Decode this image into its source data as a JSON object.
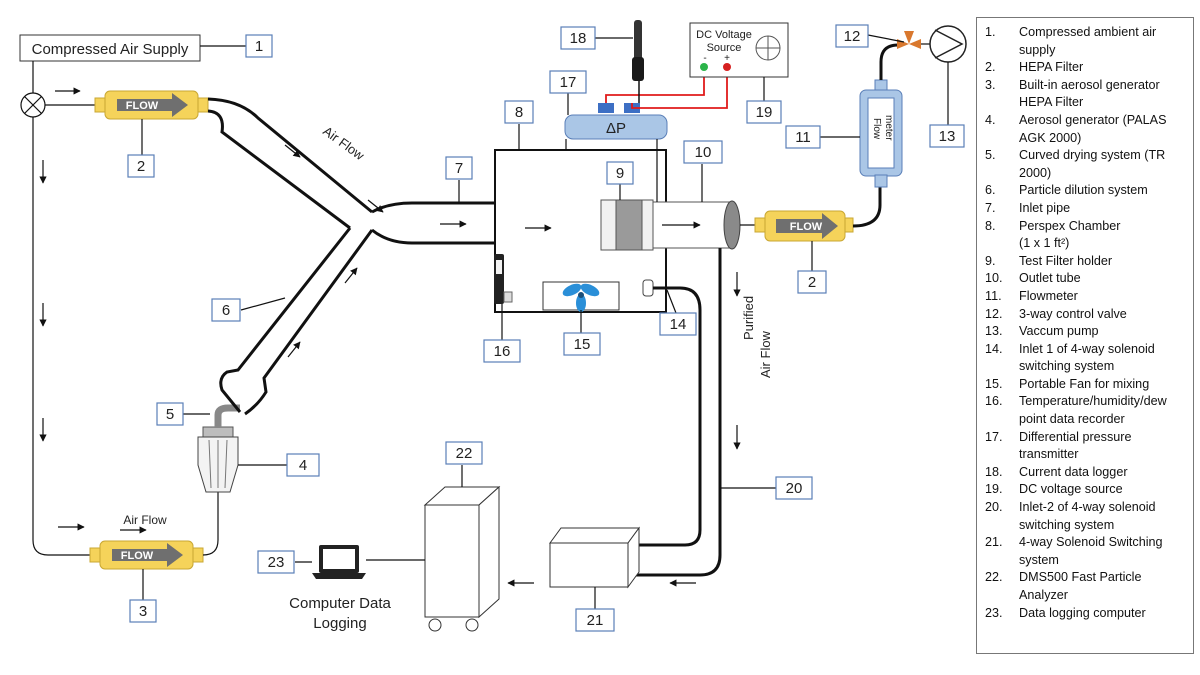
{
  "labels": {
    "compressed_air_supply": "Compressed Air Supply",
    "air_flow_upper": "Air Flow",
    "air_flow_lower": "Air Flow",
    "flow": "FLOW",
    "delta_p": "ΔP",
    "dc_voltage": "DC Voltage",
    "source": "Source",
    "minus": "-",
    "plus": "+",
    "flow_meter_1": "Flow",
    "flow_meter_2": "meter",
    "purified": "Purified",
    "air_flow_vertical": "Air Flow",
    "computer_data": "Computer Data",
    "logging": "Logging"
  },
  "numbers": {
    "n1": "1",
    "n2a": "2",
    "n2b": "2",
    "n3": "3",
    "n4": "4",
    "n5": "5",
    "n6": "6",
    "n7": "7",
    "n8": "8",
    "n9": "9",
    "n10": "10",
    "n11": "11",
    "n12": "12",
    "n13": "13",
    "n14": "14",
    "n15": "15",
    "n16": "16",
    "n17": "17",
    "n18": "18",
    "n19": "19",
    "n20": "20",
    "n21": "21",
    "n22": "22",
    "n23": "23"
  },
  "legend": [
    {
      "num": "1.",
      "text": "Compressed ambient air supply"
    },
    {
      "num": "2.",
      "text": "HEPA Filter"
    },
    {
      "num": "3.",
      "text": "Built-in aerosol generator HEPA Filter"
    },
    {
      "num": "4.",
      "text": "Aerosol generator (PALAS AGK 2000)"
    },
    {
      "num": "5.",
      "text": "Curved drying system (TR 2000)"
    },
    {
      "num": "6.",
      "text": "Particle dilution system"
    },
    {
      "num": "7.",
      "text": "Inlet pipe"
    },
    {
      "num": "8.",
      "text": "Perspex Chamber"
    },
    {
      "num": "",
      "text": "(1 x 1 ft²)"
    },
    {
      "num": "9.",
      "text": "Test Filter holder"
    },
    {
      "num": "10.",
      "text": "Outlet tube"
    },
    {
      "num": "11.",
      "text": "Flowmeter"
    },
    {
      "num": "12.",
      "text": "3-way control valve"
    },
    {
      "num": "13.",
      "text": "Vaccum pump"
    },
    {
      "num": "14.",
      "text": "Inlet 1 of 4-way solenoid switching system"
    },
    {
      "num": "15.",
      "text": "Portable Fan for mixing"
    },
    {
      "num": "16.",
      "text": "Temperature/humidity/dew point data recorder"
    },
    {
      "num": "17.",
      "text": "Differential pressure transmitter"
    },
    {
      "num": "18.",
      "text": "Current data logger"
    },
    {
      "num": "19.",
      "text": "DC voltage source"
    },
    {
      "num": "20.",
      "text": "Inlet-2 of 4-way solenoid switching system"
    },
    {
      "num": "21.",
      "text": "4-way Solenoid Switching system"
    },
    {
      "num": "22.",
      "text": "DMS500 Fast Particle Analyzer"
    },
    {
      "num": "23.",
      "text": "Data logging computer"
    }
  ],
  "colors": {
    "flow_yellow": "#f5d35a",
    "flow_arrow": "#6f6f6f",
    "number_box_border": "#5a7fb8",
    "dp_blue": "#aac6e6",
    "dp_port_blue": "#3d6fc4",
    "wire_red": "#e01b1b",
    "pump_valve_orange": "#d9782e",
    "fan_blue": "#2a8fd8",
    "terminal_green": "#2bb44a",
    "terminal_red": "#d62020"
  },
  "icons": [
    "valve-icon",
    "fan-icon",
    "laptop-icon",
    "pump-icon",
    "data-logger-icon",
    "voltmeter-icon"
  ]
}
